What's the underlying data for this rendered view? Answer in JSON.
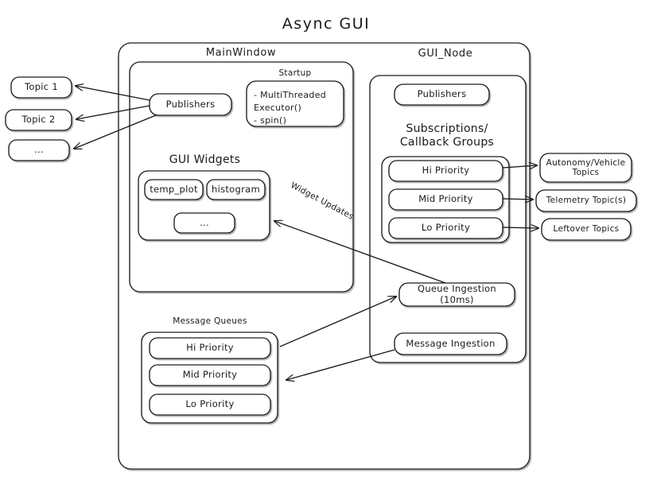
{
  "title": "Async  GUI",
  "containers": {
    "outer": {
      "label": ""
    },
    "mainwindow": {
      "label": "MainWindow"
    },
    "gui_node": {
      "label": "GUI_Node"
    },
    "startup": {
      "label": "Startup"
    },
    "gui_widgets": {
      "label": "GUI Widgets"
    },
    "subscriptions": {
      "label": "Subscriptions/\nCallback Groups"
    },
    "message_queues": {
      "label": "Message Queues"
    }
  },
  "left_topics": [
    {
      "label": "Topic 1"
    },
    {
      "label": "Topic 2"
    },
    {
      "label": "..."
    }
  ],
  "right_topics": [
    {
      "label": "Autonomy/Vehicle\nTopics"
    },
    {
      "label": "Telemetry Topic(s)"
    },
    {
      "label": "Leftover Topics"
    }
  ],
  "mainwindow": {
    "publishers": "Publishers",
    "startup_items": "-  MultiThreaded\n   Executor()\n-  spin()",
    "widgets": [
      {
        "label": "temp_plot"
      },
      {
        "label": "histogram"
      },
      {
        "label": "..."
      }
    ]
  },
  "gui_node": {
    "publishers": "Publishers",
    "priorities": [
      {
        "label": "Hi Priority"
      },
      {
        "label": "Mid Priority"
      },
      {
        "label": "Lo Priority"
      }
    ],
    "queue_ingestion": "Queue Ingestion (10ms)",
    "message_ingestion": "Message Ingestion"
  },
  "message_queues": {
    "priorities": [
      {
        "label": "Hi Priority"
      },
      {
        "label": "Mid Priority"
      },
      {
        "label": "Lo Priority"
      }
    ]
  },
  "edges": {
    "widget_updates": "Widget Updates"
  },
  "colors": {
    "stroke": "#1a1a1a",
    "background": "#ffffff"
  }
}
